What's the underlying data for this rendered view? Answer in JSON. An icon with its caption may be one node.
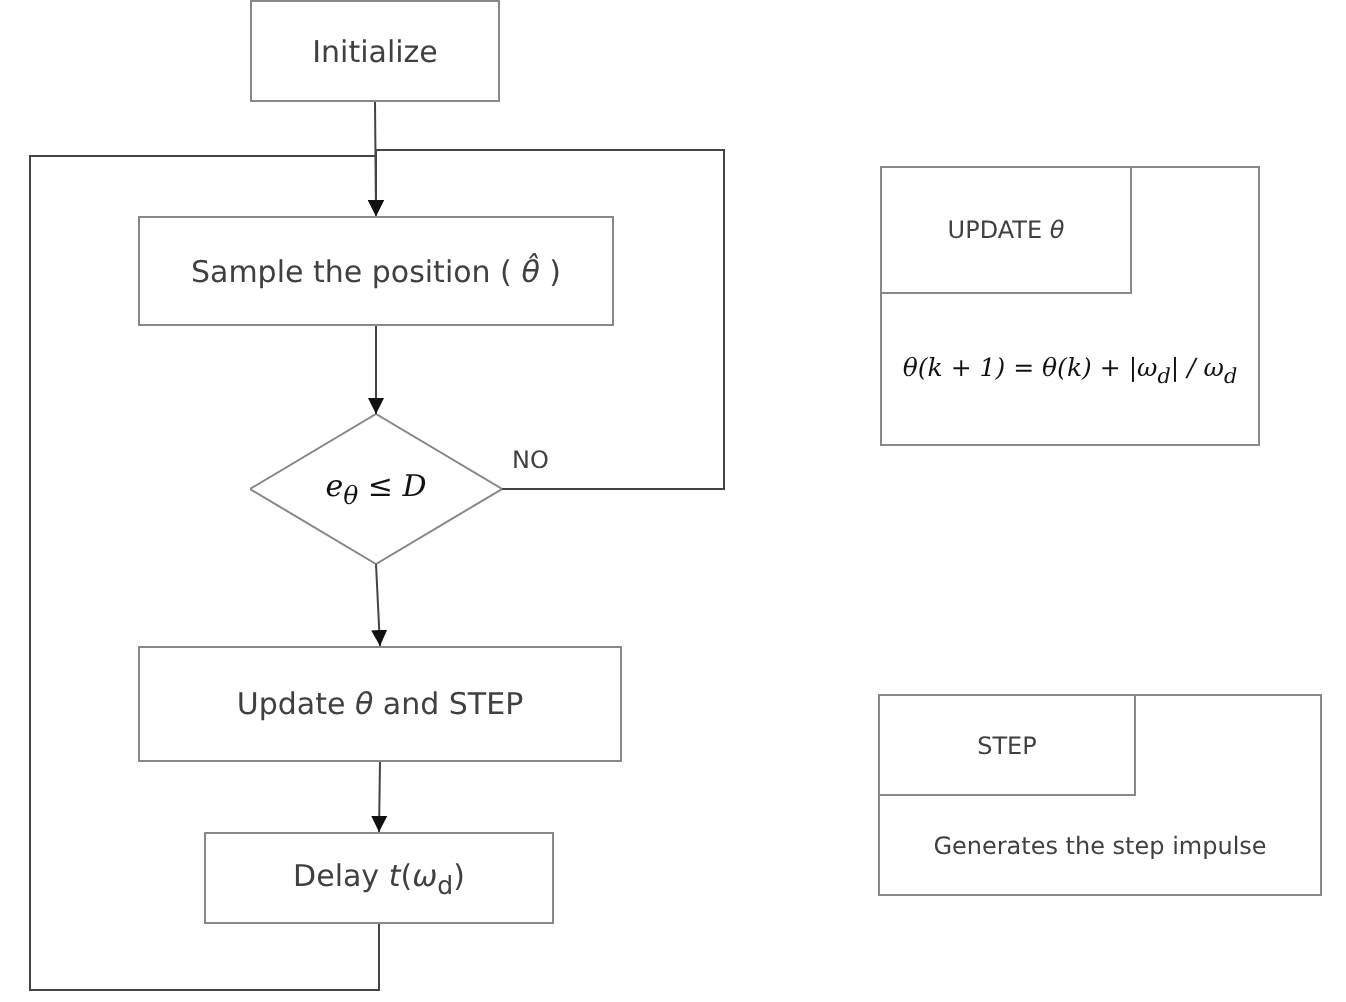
{
  "diagram": {
    "nodes": [
      {
        "text": [
          "Initialize"
        ]
      },
      {
        "text": [
          "Sample the position ( *θ̂* )"
        ]
      },
      {
        "text": [
          "e$_{θ}$ ≤ D"
        ]
      },
      {
        "text": [
          "Update *θ* and STEP"
        ]
      },
      {
        "text": [
          "Delay *t*(*ω*$_{d}$)"
        ]
      },
      {
        "text": [
          "*θ*(*k* + 1) = *θ*(*k*) + |*ω*$_{d}$| / *ω*$_{d}$"
        ]
      },
      {
        "text": [
          "UPDATE *θ*"
        ],
        "in": 5
      },
      {
        "text": [
          "Generates the step impulse"
        ]
      },
      {
        "text": [
          "STEP"
        ],
        "in": 7
      }
    ],
    "edges": [
      {
        "from": 0,
        "to": 1,
        "arrow": "to"
      },
      {
        "from": 1,
        "to": 2,
        "arrow": "to"
      },
      {
        "from": 2,
        "to": 1,
        "arrow": "to",
        "label": "NO"
      },
      {
        "from": 2,
        "to": 3,
        "arrow": "to"
      },
      {
        "from": 3,
        "to": 4,
        "arrow": "to"
      },
      {
        "from": 4,
        "to": 1,
        "arrow": "to"
      }
    ]
  }
}
